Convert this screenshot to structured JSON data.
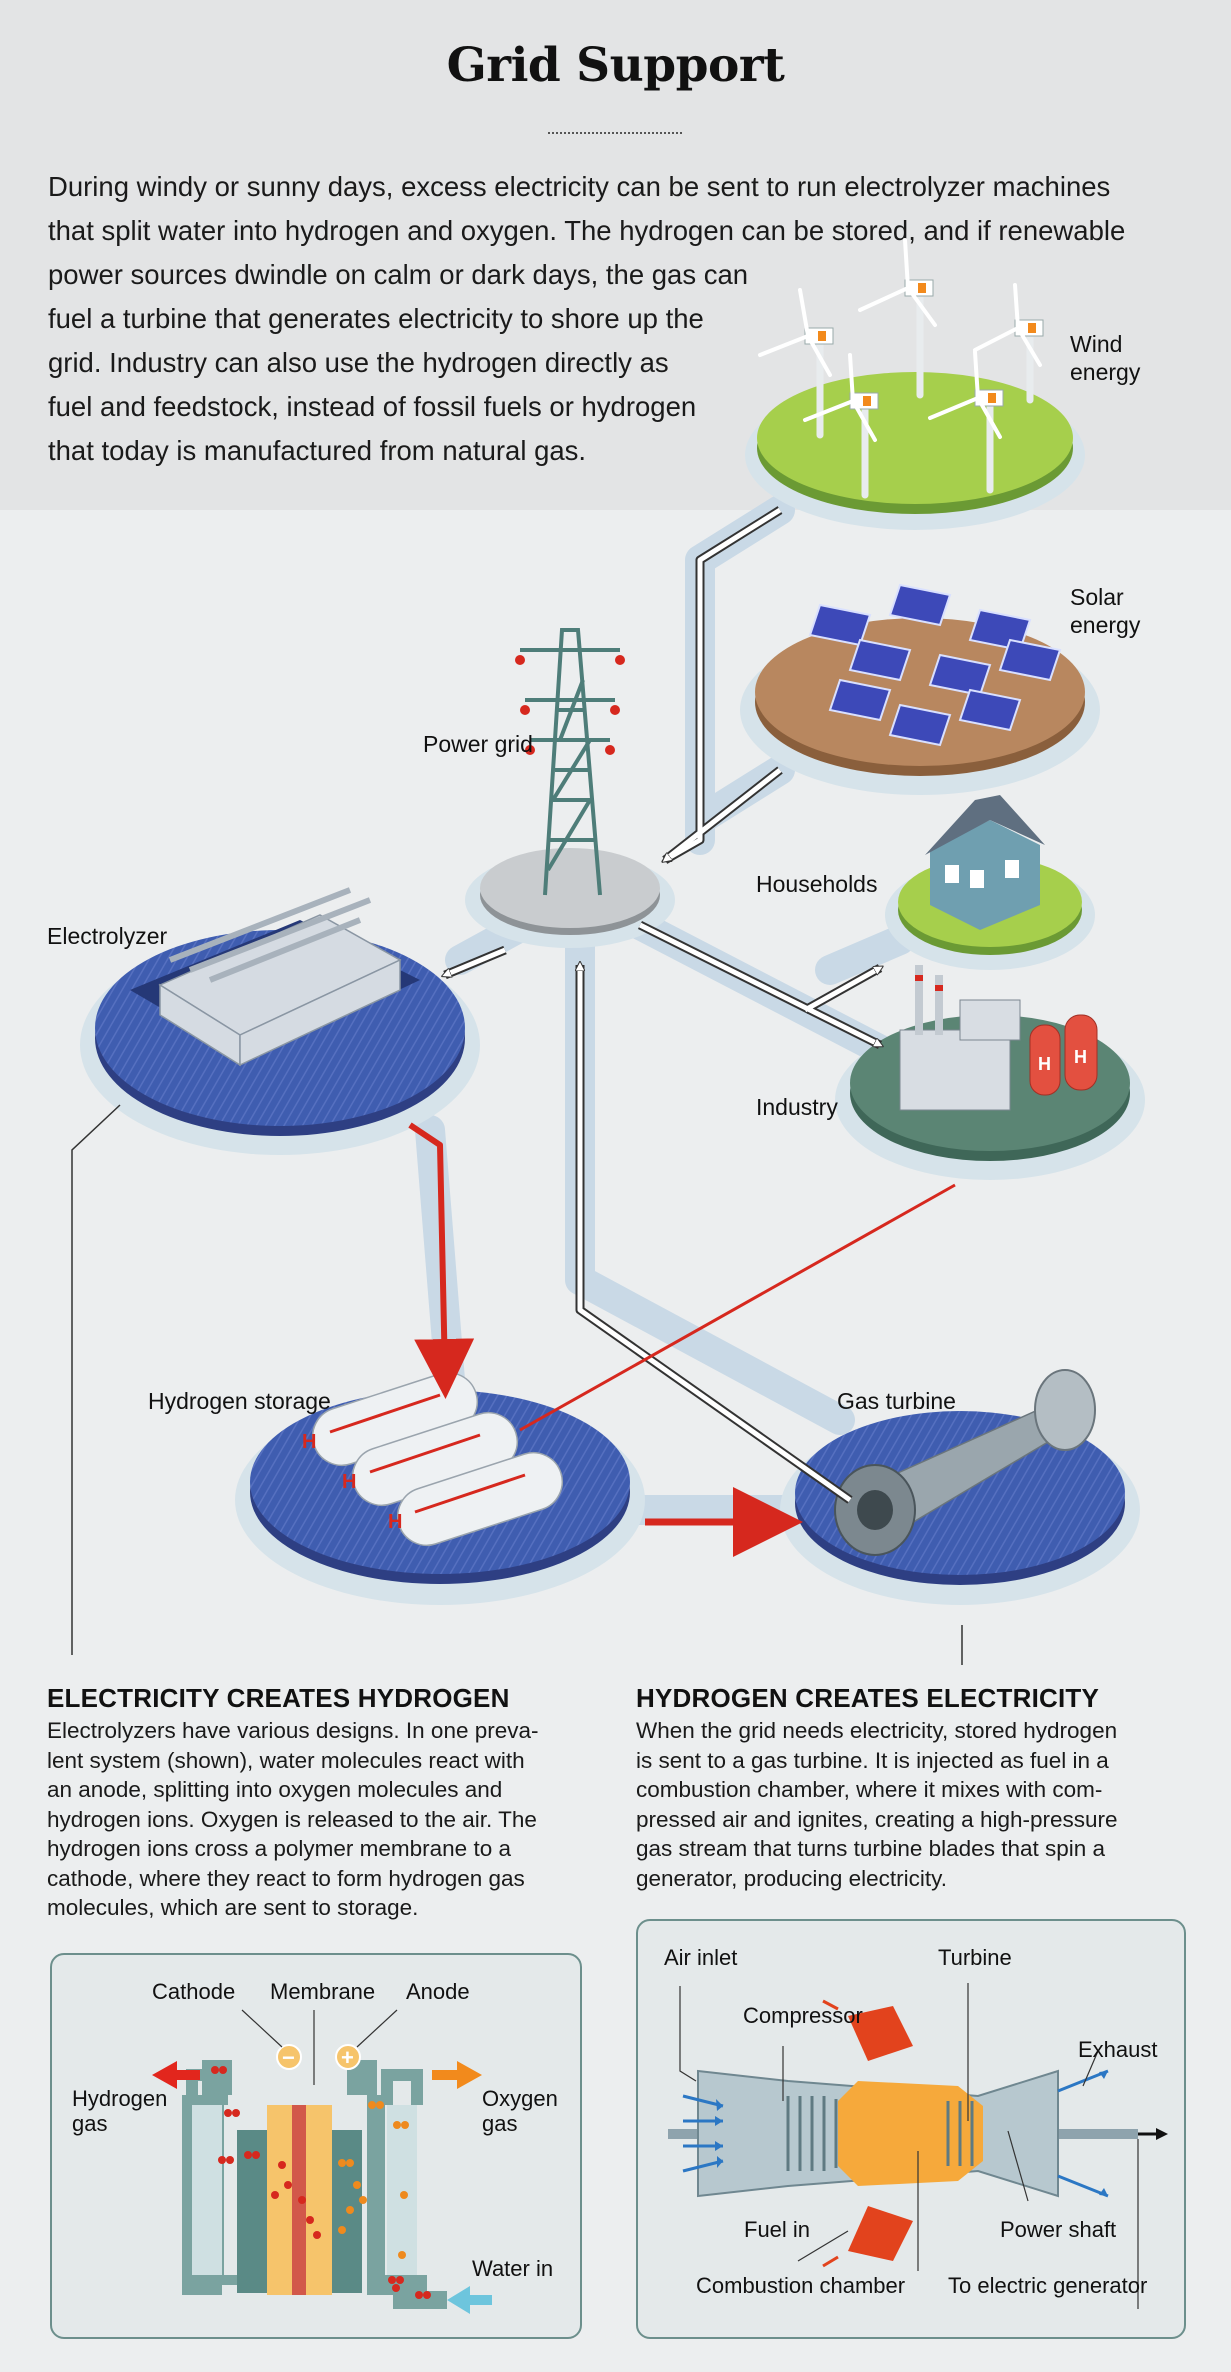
{
  "title": "Grid Support",
  "intro": {
    "lines": [
      "During windy or sunny days, excess electricity can be sent to run electrolyzer machines",
      "that split water into hydrogen and oxygen. The hydrogen can be stored, and if renewable",
      "power sources dwindle on calm or dark days, the gas can",
      "fuel a turbine that generates electricity to shore up the",
      "grid. Industry can also use the hydrogen directly as",
      "fuel and feedstock, instead of fossil fuels or hydrogen",
      "that today is manufactured from natural gas."
    ]
  },
  "nodes": {
    "wind": [
      "Wind",
      "energy"
    ],
    "solar": [
      "Solar",
      "energy"
    ],
    "power_grid": "Power grid",
    "households": "Households",
    "electrolyzer": "Electrolyzer",
    "industry": "Industry",
    "hydrogen_storage": "Hydrogen storage",
    "gas_turbine": "Gas turbine"
  },
  "left_section": {
    "heading": "ELECTRICITY CREATES HYDROGEN",
    "lines": [
      "Electrolyzers have various designs. In one preva-",
      "lent system (shown), water molecules react with",
      "an anode, splitting into oxygen molecules and",
      "hydrogen ions. Oxygen is released to the air. The",
      "hydrogen ions cross a polymer membrane to a",
      "cathode, where they react to form hydrogen gas",
      "molecules, which are sent to storage."
    ]
  },
  "right_section": {
    "heading": "HYDROGEN CREATES ELECTRICITY",
    "lines": [
      "When the grid needs electricity, stored hydrogen",
      "is sent to a gas turbine. It is injected as fuel in a",
      "combustion chamber, where it mixes with com-",
      "pressed air and ignites, creating a high-pressure",
      "gas stream that turns turbine blades that spin a",
      "generator, producing electricity."
    ]
  },
  "electrolyzer_diagram": {
    "cathode": "Cathode",
    "membrane": "Membrane",
    "anode": "Anode",
    "hydrogen_gas": [
      "Hydrogen",
      "gas"
    ],
    "oxygen_gas": [
      "Oxygen",
      "gas"
    ],
    "water_in": "Water in",
    "minus": "−",
    "plus": "+"
  },
  "turbine_diagram": {
    "air_inlet": "Air inlet",
    "compressor": "Compressor",
    "turbine": "Turbine",
    "exhaust": "Exhaust",
    "fuel_in": "Fuel in",
    "power_shaft": "Power shaft",
    "combustion_chamber": "Combustion chamber",
    "to_generator": "To electric generator"
  },
  "colors": {
    "flow_path": "#c9d9e6",
    "electricity_arrow": "#ffffff",
    "hydrogen_arrow": "#d6281e",
    "platform_blue": "#3f5db0",
    "grass": "#a6cf4c",
    "soil": "#b8875f",
    "industry_base": "#5b8574"
  }
}
